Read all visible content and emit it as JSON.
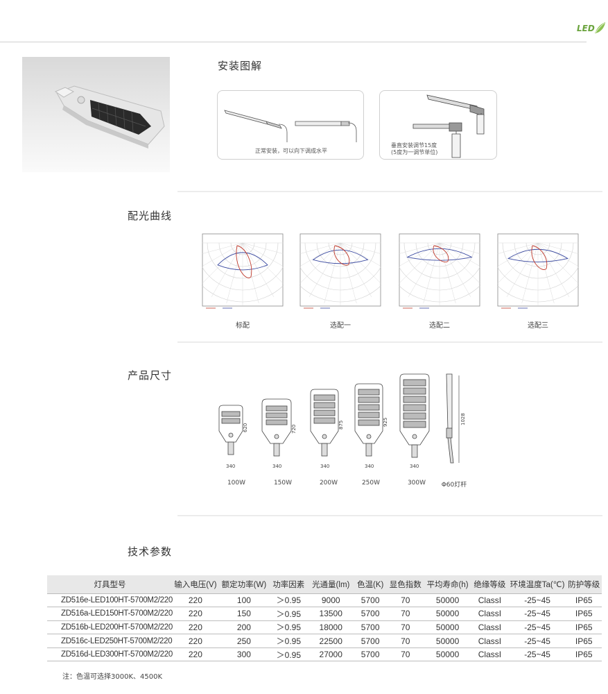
{
  "header": {
    "logo_text": "LED",
    "brand_color": "#6aa33d"
  },
  "install": {
    "title": "安装图解",
    "caption_normal": "正常安装，可以向下调成水平",
    "caption_vertical_1": "垂直安装调节15度",
    "caption_vertical_2": "(5度为一调节单位)"
  },
  "curves": {
    "title": "配光曲线",
    "items": [
      {
        "label": "标配"
      },
      {
        "label": "选配一"
      },
      {
        "label": "选配二"
      },
      {
        "label": "选配三"
      }
    ]
  },
  "dimensions": {
    "title": "产品尺寸",
    "width_label": "340",
    "models": [
      {
        "power": "100W",
        "height": "620"
      },
      {
        "power": "150W",
        "height": "720"
      },
      {
        "power": "200W",
        "height": "875"
      },
      {
        "power": "250W",
        "height": "925"
      },
      {
        "power": "300W",
        "height": "1028"
      }
    ],
    "pole_label": "Φ60灯杆"
  },
  "specs": {
    "title": "技术参数",
    "headers": [
      "灯具型号",
      "输入电压(V)",
      "额定功率(W)",
      "功率因素",
      "光通量(lm)",
      "色温(K)",
      "显色指数",
      "平均寿命(h)",
      "绝缘等级",
      "环境温度Ta(℃)",
      "防护等级"
    ],
    "rows": [
      [
        "ZD516e-LED100HT-5700M2/220",
        "220",
        "100",
        "＞0.95",
        "9000",
        "5700",
        "70",
        "50000",
        "ClassI",
        "-25~45",
        "IP65"
      ],
      [
        "ZD516a-LED150HT-5700M2/220",
        "220",
        "150",
        "＞0.95",
        "13500",
        "5700",
        "70",
        "50000",
        "ClassI",
        "-25~45",
        "IP65"
      ],
      [
        "ZD516b-LED200HT-5700M2/220",
        "220",
        "200",
        "＞0.95",
        "18000",
        "5700",
        "70",
        "50000",
        "ClassI",
        "-25~45",
        "IP65"
      ],
      [
        "ZD516c-LED250HT-5700M2/220",
        "220",
        "250",
        "＞0.95",
        "22500",
        "5700",
        "70",
        "50000",
        "ClassI",
        "-25~45",
        "IP65"
      ],
      [
        "ZD516d-LED300HT-5700M2/220",
        "220",
        "300",
        "＞0.95",
        "27000",
        "5700",
        "70",
        "50000",
        "ClassI",
        "-25~45",
        "IP65"
      ]
    ],
    "note": "注：色温可选择3000K、4500K"
  }
}
